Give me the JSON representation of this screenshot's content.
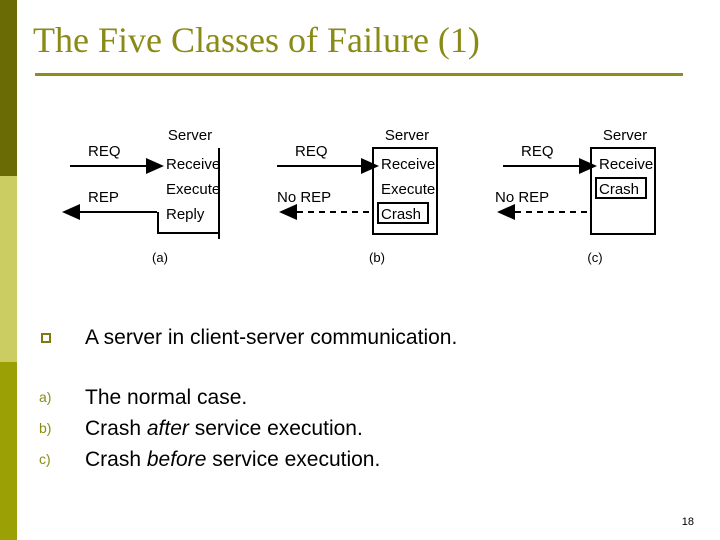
{
  "slide": {
    "title": "The Five Classes of Failure (1)",
    "page_number": "18",
    "accent_colors": {
      "title": "#8a8a16",
      "rule": "#8e8e1d",
      "strip_top": "#6b6b06",
      "strip_middle": "#cbcd62",
      "strip_bottom": "#9ba004",
      "bullet_marker": "#7b7b12",
      "ordered_marker": "#8a8a16",
      "diagram_ink": "#000000"
    }
  },
  "figure": {
    "panels": [
      {
        "id": "a",
        "caption": "(a)",
        "server_label": "Server",
        "request_label": "REQ",
        "reply_label": "REP",
        "request_style": "solid",
        "reply_style": "solid",
        "box_style": "open",
        "steps": [
          "Receive",
          "Execute",
          "Reply"
        ],
        "crash_label": null
      },
      {
        "id": "b",
        "caption": "(b)",
        "server_label": "Server",
        "request_label": "REQ",
        "reply_label": "No REP",
        "request_style": "solid",
        "reply_style": "dashed",
        "box_style": "closed",
        "steps": [
          "Receive",
          "Execute"
        ],
        "crash_label": "Crash"
      },
      {
        "id": "c",
        "caption": "(c)",
        "server_label": "Server",
        "request_label": "REQ",
        "reply_label": "No REP",
        "request_style": "solid",
        "reply_style": "dashed",
        "box_style": "closed",
        "steps": [
          "Receive"
        ],
        "crash_label": "Crash"
      }
    ]
  },
  "content": {
    "bullet": {
      "marker": "hollow-square",
      "text": "A server in client-server communication."
    },
    "ordered_items": [
      {
        "marker": "a)",
        "prefix": "The normal case.",
        "emphasis": "",
        "suffix": ""
      },
      {
        "marker": "b)",
        "prefix": "Crash ",
        "emphasis": "after",
        "suffix": " service execution."
      },
      {
        "marker": "c)",
        "prefix": "Crash ",
        "emphasis": "before",
        "suffix": " service execution."
      }
    ]
  }
}
